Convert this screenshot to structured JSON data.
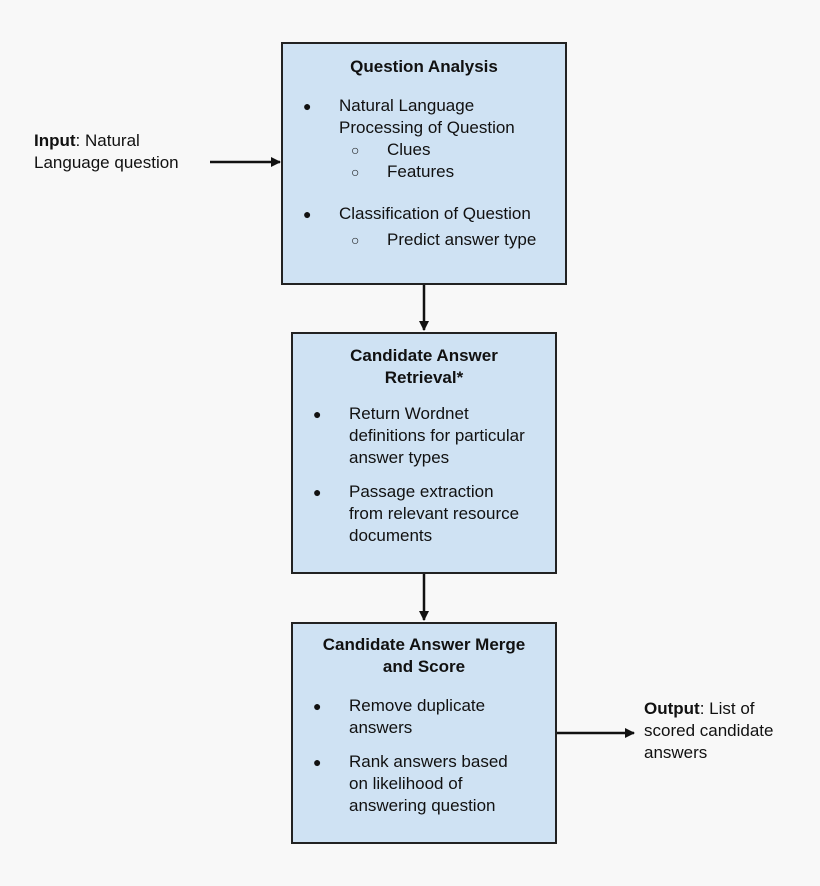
{
  "input_label": {
    "bold": "Input",
    "rest_line1": ": Natural",
    "rest_line2": "Language question"
  },
  "output_label": {
    "bold": "Output",
    "rest_line1": ": List of",
    "rest_line2": "scored candidate",
    "rest_line3": "answers"
  },
  "box1": {
    "title": "Question Analysis",
    "bullet1": {
      "line1": "Natural Language",
      "line2": "Processing of Question",
      "sub": [
        "Clues",
        "Features"
      ]
    },
    "bullet2": {
      "line1": "Classification of Question",
      "sub": [
        "Predict answer type"
      ]
    }
  },
  "box2": {
    "title_line1": "Candidate Answer",
    "title_line2": "Retrieval*",
    "bullet1": [
      "Return Wordnet",
      "definitions for particular",
      "answer types"
    ],
    "bullet2": [
      "Passage extraction",
      "from relevant resource",
      "documents"
    ]
  },
  "box3": {
    "title_line1": "Candidate Answer Merge",
    "title_line2": "and Score",
    "bullet1": [
      "Remove duplicate",
      "answers"
    ],
    "bullet2": [
      "Rank answers based",
      "on likelihood of",
      "answering question"
    ]
  },
  "glyphs": {
    "bullet": "●",
    "sub_bullet": "○"
  },
  "colors": {
    "box_fill": "#cfe2f3",
    "stroke": "#222222"
  }
}
